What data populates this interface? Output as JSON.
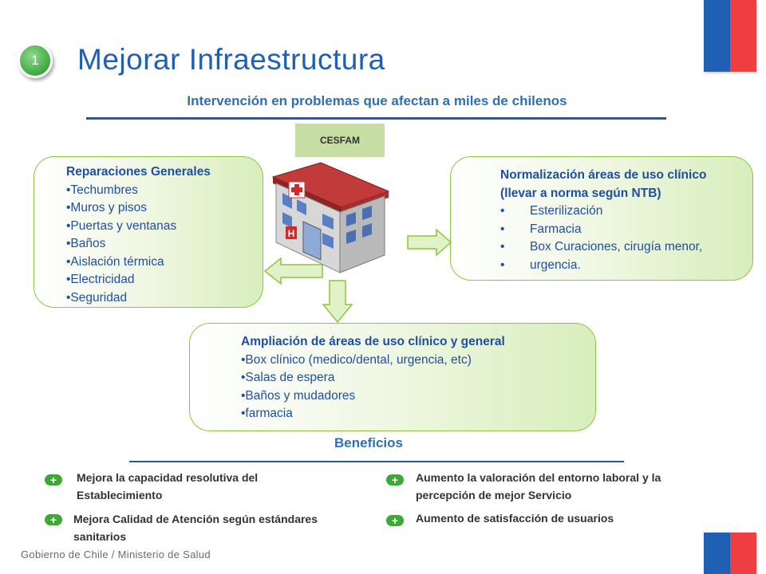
{
  "header": {
    "number": "1",
    "title": "Mejorar Infraestructura",
    "subtitle": "Intervención en problemas que afectan a miles de chilenos"
  },
  "center_label": "CESFAM",
  "left_box": {
    "heading": "Reparaciones Generales",
    "items": [
      "•Techumbres",
      "•Muros y pisos",
      "•Puertas y ventanas",
      "•Baños",
      "•Aislación térmica",
      "•Electricidad",
      "•Seguridad"
    ]
  },
  "right_box": {
    "heading1": "Normalización áreas de uso clínico",
    "heading2": "(llevar a norma según NTB)",
    "bullet": "•",
    "items": [
      "Esterilización",
      "Farmacia",
      "Box Curaciones, cirugía menor,",
      "urgencia."
    ]
  },
  "bottom_box": {
    "heading": "Ampliación de áreas de uso clínico y  general",
    "items": [
      "•Box clínico (medico/dental, urgencia, etc)",
      "•Salas de espera",
      "•Baños y mudadores",
      "•farmacia"
    ]
  },
  "benefits": {
    "title": "Beneficios",
    "plus_symbol": "+",
    "items": [
      {
        "line1": "Mejora la capacidad resolutiva del",
        "line2": "Establecimiento"
      },
      {
        "line1": "Aumento la valoración  del entorno laboral y la",
        "line2": "percepción de mejor Servicio"
      },
      {
        "line1": "Mejora Calidad de Atención según estándares",
        "line2": "sanitarios"
      },
      {
        "line1": "Aumento de satisfacción de usuarios",
        "line2": ""
      }
    ]
  },
  "footer": "Gobierno de Chile / Ministerio de Salud",
  "colors": {
    "accent_blue": "#1f5fb4",
    "flag_red": "#ef3e42",
    "box_green": "#d8eebc",
    "plus_green": "#3aaa35"
  }
}
